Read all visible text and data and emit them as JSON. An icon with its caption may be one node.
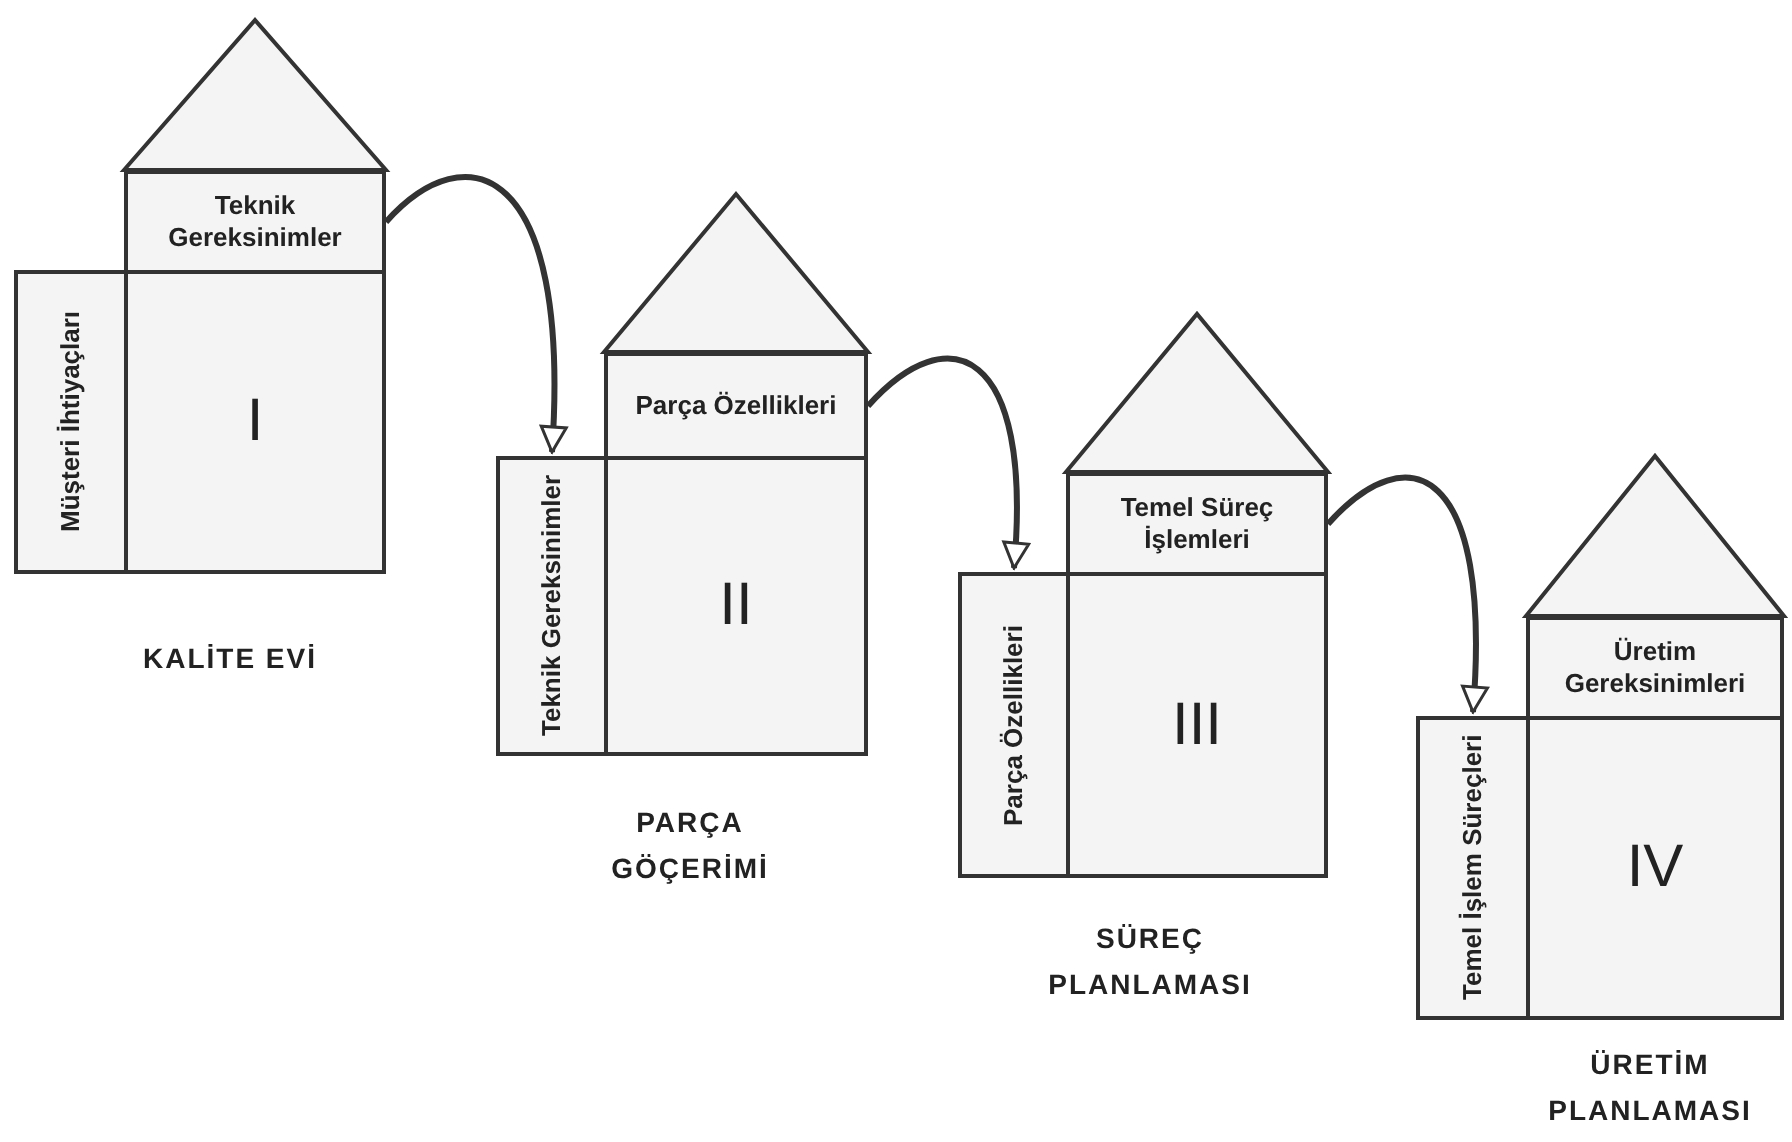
{
  "diagram": {
    "nodes": [
      {
        "text": [],
        "shape": "triangle"
      },
      {
        "text": [
          "Teknik Gereksinimler"
        ]
      },
      {
        "text": [
          "Müşteri İhtiyaçları"
        ]
      },
      {
        "text": [
          "I"
        ]
      },
      {
        "text": [],
        "shape": "triangle"
      },
      {
        "text": [
          "Parça Özellikleri"
        ]
      },
      {
        "text": [
          "Teknik Gereksinimler"
        ]
      },
      {
        "text": [
          "II"
        ]
      },
      {
        "text": [],
        "shape": "triangle"
      },
      {
        "text": [
          "Temel Süreç İşlemleri"
        ]
      },
      {
        "text": [
          "Parça Özellikleri"
        ]
      },
      {
        "text": [
          "III"
        ]
      },
      {
        "text": [],
        "shape": "triangle"
      },
      {
        "text": [
          "Üretim Gereksinimleri"
        ]
      },
      {
        "text": [
          "Temel İşlem Süreçleri"
        ]
      },
      {
        "text": [
          "IV"
        ]
      }
    ],
    "edges": [
      {
        "from": 1,
        "to": 6,
        "arrow": "to"
      },
      {
        "from": 5,
        "to": 10,
        "arrow": "to"
      },
      {
        "from": 9,
        "to": 14,
        "arrow": "to"
      }
    ],
    "labels": [
      "KALİTE EVİ",
      "PARÇA GÖÇERİMİ",
      "SÜREÇ PLANLAMASI",
      "ÜRETİM PLANLAMASI"
    ]
  }
}
